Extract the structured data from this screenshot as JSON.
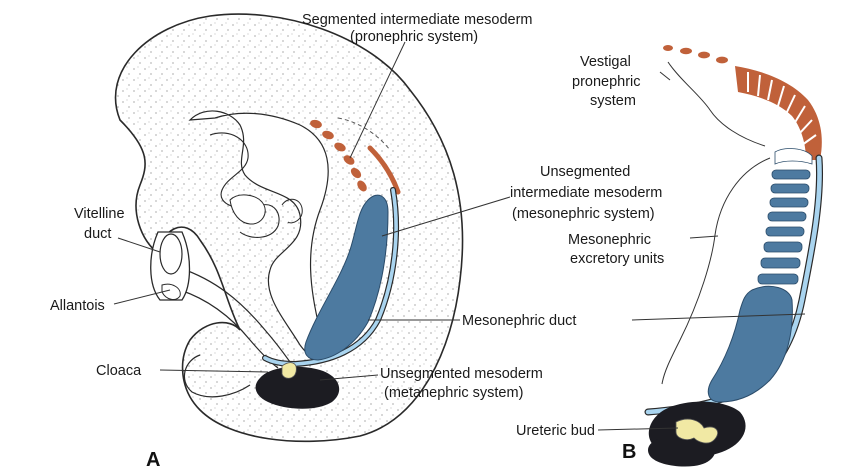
{
  "panels": {
    "a": "A",
    "b": "B"
  },
  "labels": {
    "segmented_title": "Segmented intermediate mesoderm",
    "segmented_sub": "(pronephric system)",
    "unsegmented_1": "Unsegmented",
    "unsegmented_2": "intermediate mesoderm",
    "unsegmented_3": "(mesonephric system)",
    "vitelline_1": "Vitelline",
    "vitelline_2": "duct",
    "allantois": "Allantois",
    "cloaca": "Cloaca",
    "mesonephric_duct": "Mesonephric duct",
    "unseg_meso_1": "Unsegmented mesoderm",
    "unseg_meso_2": "(metanephric system)",
    "vestigal_1": "Vestigal",
    "vestigal_2": "pronephric",
    "vestigal_3": "system",
    "excretory_1": "Mesonephric",
    "excretory_2": "excretory units",
    "ureteric_bud": "Ureteric bud"
  },
  "colors": {
    "pronephric": "#c0613a",
    "mesonephric": "#4d7aa0",
    "duct": "#a9d4ef",
    "metanephric": "#1c1c22",
    "bud": "#f1e9a4",
    "embryo_fill": "#f4f4f4",
    "outline": "#2a2a2a"
  }
}
